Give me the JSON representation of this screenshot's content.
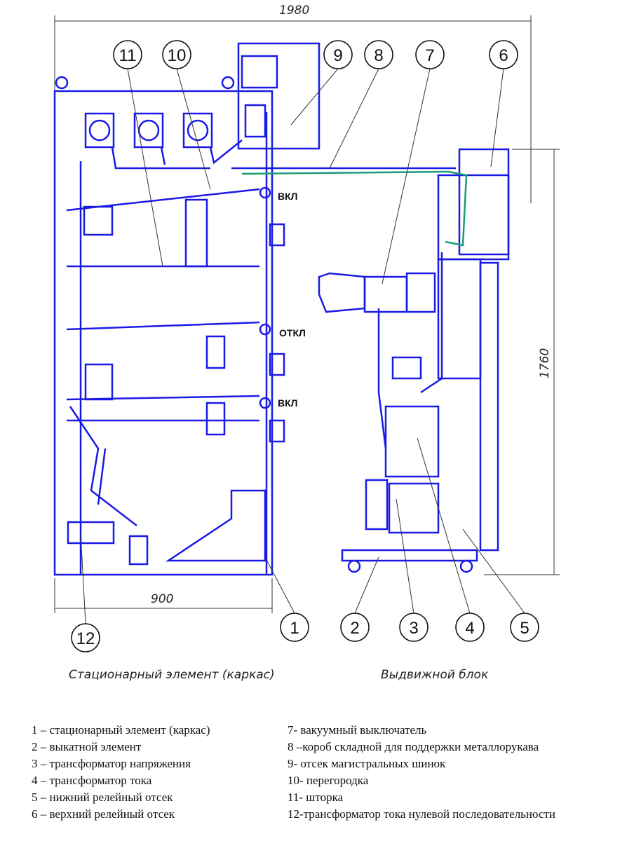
{
  "dimensions": {
    "total_width": "1980",
    "frame_width": "900",
    "height": "1760"
  },
  "state_labels": [
    "ВКЛ",
    "ОТКЛ",
    "ВКЛ"
  ],
  "callouts": [
    "1",
    "2",
    "3",
    "4",
    "5",
    "6",
    "7",
    "8",
    "9",
    "10",
    "11",
    "12"
  ],
  "captions": {
    "stationary": "Стационарный элемент (каркас)",
    "withdrawable": "Выдвижной блок"
  },
  "legend": {
    "left": [
      "1 – стационарный  элемент (каркас)",
      "2 – выкатной элемент",
      "3 – трансформатор напряжения",
      "4 – трансформатор тока",
      "5 – нижний релейный отсек",
      "6 – верхний релейный отсек"
    ],
    "right": [
      "7- вакуумный выключатель",
      "8 –короб складной для поддержки  металлорукава",
      "9- отсек магистральных шинок",
      "10- перегородка",
      "11- шторка",
      "12-трансформатор тока нулевой последовательности"
    ]
  },
  "colors": {
    "drawing": "#1a1ae6",
    "cable": "#1a9a7a",
    "dimension": "#333333"
  }
}
